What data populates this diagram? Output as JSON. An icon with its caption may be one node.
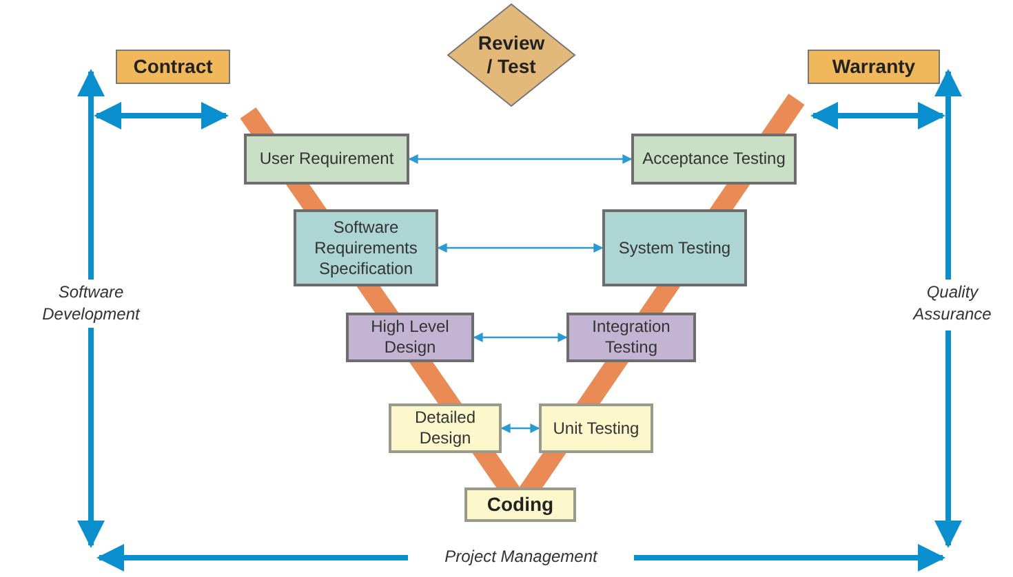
{
  "diagram": {
    "nodes": [
      {
        "text": [
          "Review / Test"
        ]
      },
      {
        "text": [
          "Contract"
        ]
      },
      {
        "text": [
          "Warranty"
        ]
      },
      {
        "text": [
          "User Requirement"
        ]
      },
      {
        "text": [
          "Acceptance Testing"
        ]
      },
      {
        "text": [
          "Software Requirements Specification"
        ]
      },
      {
        "text": [
          "System Testing"
        ]
      },
      {
        "text": [
          "High Level Design"
        ]
      },
      {
        "text": [
          "Integration Testing"
        ]
      },
      {
        "text": [
          "Detailed Design"
        ]
      },
      {
        "text": [
          "Unit Testing"
        ]
      },
      {
        "text": [
          "Coding"
        ]
      }
    ],
    "edges": [
      {
        "from": 3,
        "to": 4,
        "arrow": "both"
      },
      {
        "from": 5,
        "to": 6,
        "arrow": "both"
      },
      {
        "from": 7,
        "to": 8,
        "arrow": "both"
      },
      {
        "from": 9,
        "to": 10,
        "arrow": "both"
      }
    ],
    "labels": [
      "Software Development",
      "Quality Assurance",
      "Project Management"
    ]
  }
}
